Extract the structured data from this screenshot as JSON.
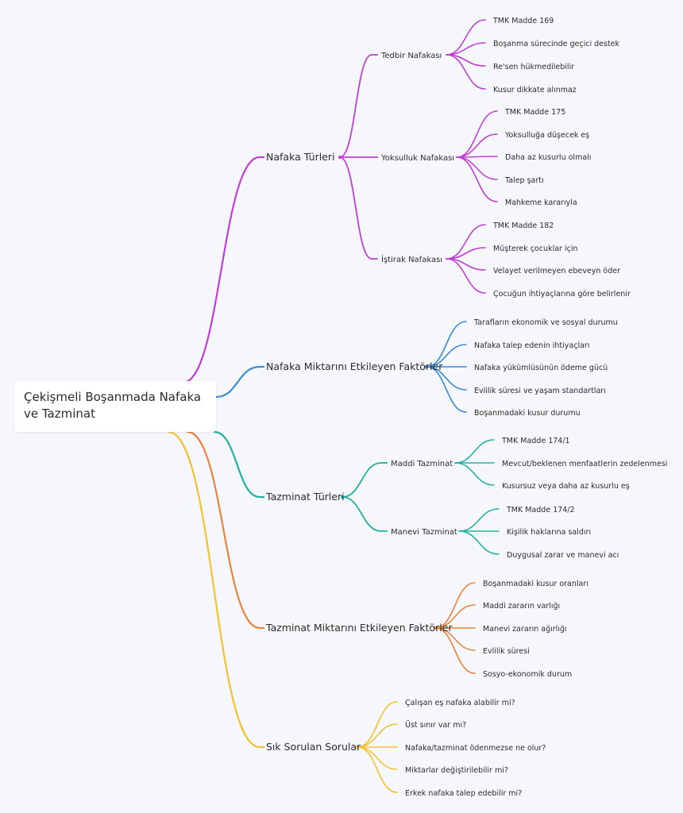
{
  "root": {
    "title": "Çekişmeli Boşanmada Nafaka ve Tazminat"
  },
  "branches": [
    {
      "label": "Nafaka Türleri",
      "color": "#c03fd6",
      "groups": [
        {
          "label": "Tedbir Nafakası",
          "items": [
            "TMK Madde 169",
            "Boşanma sürecinde geçici destek",
            "Re'sen hükmedilebilir",
            "Kusur dikkate alınmaz"
          ]
        },
        {
          "label": "Yoksulluk Nafakası",
          "items": [
            "TMK Madde 175",
            "Yoksulluğa düşecek eş",
            "Daha az kusurlu olmalı",
            "Talep şartı",
            "Mahkeme kararıyla"
          ]
        },
        {
          "label": "İştirak Nafakası",
          "items": [
            "TMK Madde 182",
            "Müşterek çocuklar için",
            "Velayet verilmeyen ebeveyn öder",
            "Çocuğun ihtiyaçlarına göre belirlenir"
          ]
        }
      ]
    },
    {
      "label": "Nafaka Miktarını Etkileyen Faktörler",
      "color": "#3b8ad4",
      "items": [
        "Tarafların ekonomik ve sosyal durumu",
        "Nafaka talep edenin ihtiyaçları",
        "Nafaka yükümlüsünün ödeme gücü",
        "Evlilik süresi ve yaşam standartları",
        "Boşanmadaki kusur durumu"
      ]
    },
    {
      "label": "Tazminat Türleri",
      "color": "#23b0a2",
      "groups": [
        {
          "label": "Maddi Tazminat",
          "items": [
            "TMK Madde 174/1",
            "Mevcut/beklenen menfaatlerin zedelenmesi",
            "Kusursuz veya daha az kusurlu eş"
          ]
        },
        {
          "label": "Manevi Tazminat",
          "items": [
            "TMK Madde 174/2",
            "Kişilik haklarına saldırı",
            "Duygusal zarar ve manevi acı"
          ]
        }
      ]
    },
    {
      "label": "Tazminat Miktarını Etkileyen Faktörler",
      "color": "#e8843f",
      "items": [
        "Boşanmadaki kusur oranları",
        "Maddi zararın varlığı",
        "Manevi zararın ağırlığı",
        "Evlilik süresi",
        "Sosyo-ekonomik durum"
      ]
    },
    {
      "label": "Sık Sorulan Sorular",
      "color": "#f2c232",
      "items": [
        "Çalışan eş nafaka alabilir mi?",
        "Üst sınır var mı?",
        "Nafaka/tazminat ödenmezse ne olur?",
        "Miktarlar değiştirilebilir mi?",
        "Erkek nafaka talep edebilir mi?"
      ]
    }
  ]
}
